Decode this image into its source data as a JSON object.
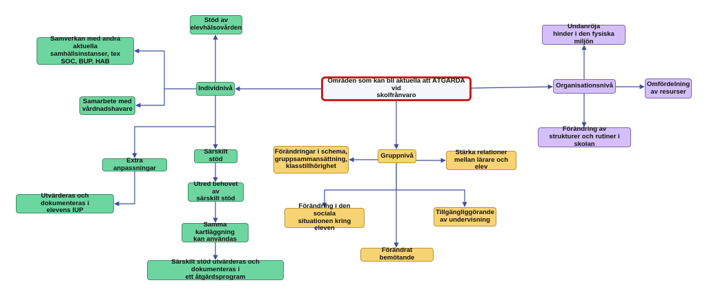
{
  "colors": {
    "green": "#6dd5a0",
    "yellow": "#f8d374",
    "purple": "#d4bff8",
    "root_border": "#c81e1e",
    "edge": "#3d4f9a"
  },
  "root": {
    "label": "Områden som kan bli aktuella att ÅTGÄRDA vid\nskolfrånvaro"
  },
  "individ": {
    "label": "Individnivå",
    "elevhalsa": "Stöd av\nelevhälsovården",
    "samverkan": "Samverkan med andra aktuella\nsamhällsinstanser, tex\nSOC, BUP, HAB",
    "vardnad": "Samarbete med\nvårdnadshavare",
    "extra": "Extra anpassningar",
    "iup": "Utvärderas och dokumenteras i\nelevens IUP",
    "sarskilt": "Särskilt stöd",
    "utred": "Utred behovet av\nsärskilt stöd",
    "kartlaggning": "Samma kartläggning\nkan användas",
    "atgardsprogram": "Särskilt stöd utvärderas och dokumenteras i\nett åtgärdsprogram"
  },
  "grupp": {
    "label": "Gruppnivå",
    "schema": "Förändringar i schema,\ngruppsammansättning,\nklasstillhörighet",
    "relationer": "Stärka relationer\nmellan lärare och elev",
    "sociala": "Förändring i den sociala\nsituationen kring eleven",
    "tillganglig": "Tillgängliggörande\nav undervisning",
    "bemotande": "Förändrat bemötande"
  },
  "org": {
    "label": "Organisationsnivå",
    "hinder": "Undanröja\nhinder i den fysiska miljön",
    "omfordelning": "Omfördelning\nav resurser",
    "strukturer": "Förändring av\nstrukturer och rutiner i skolan"
  }
}
